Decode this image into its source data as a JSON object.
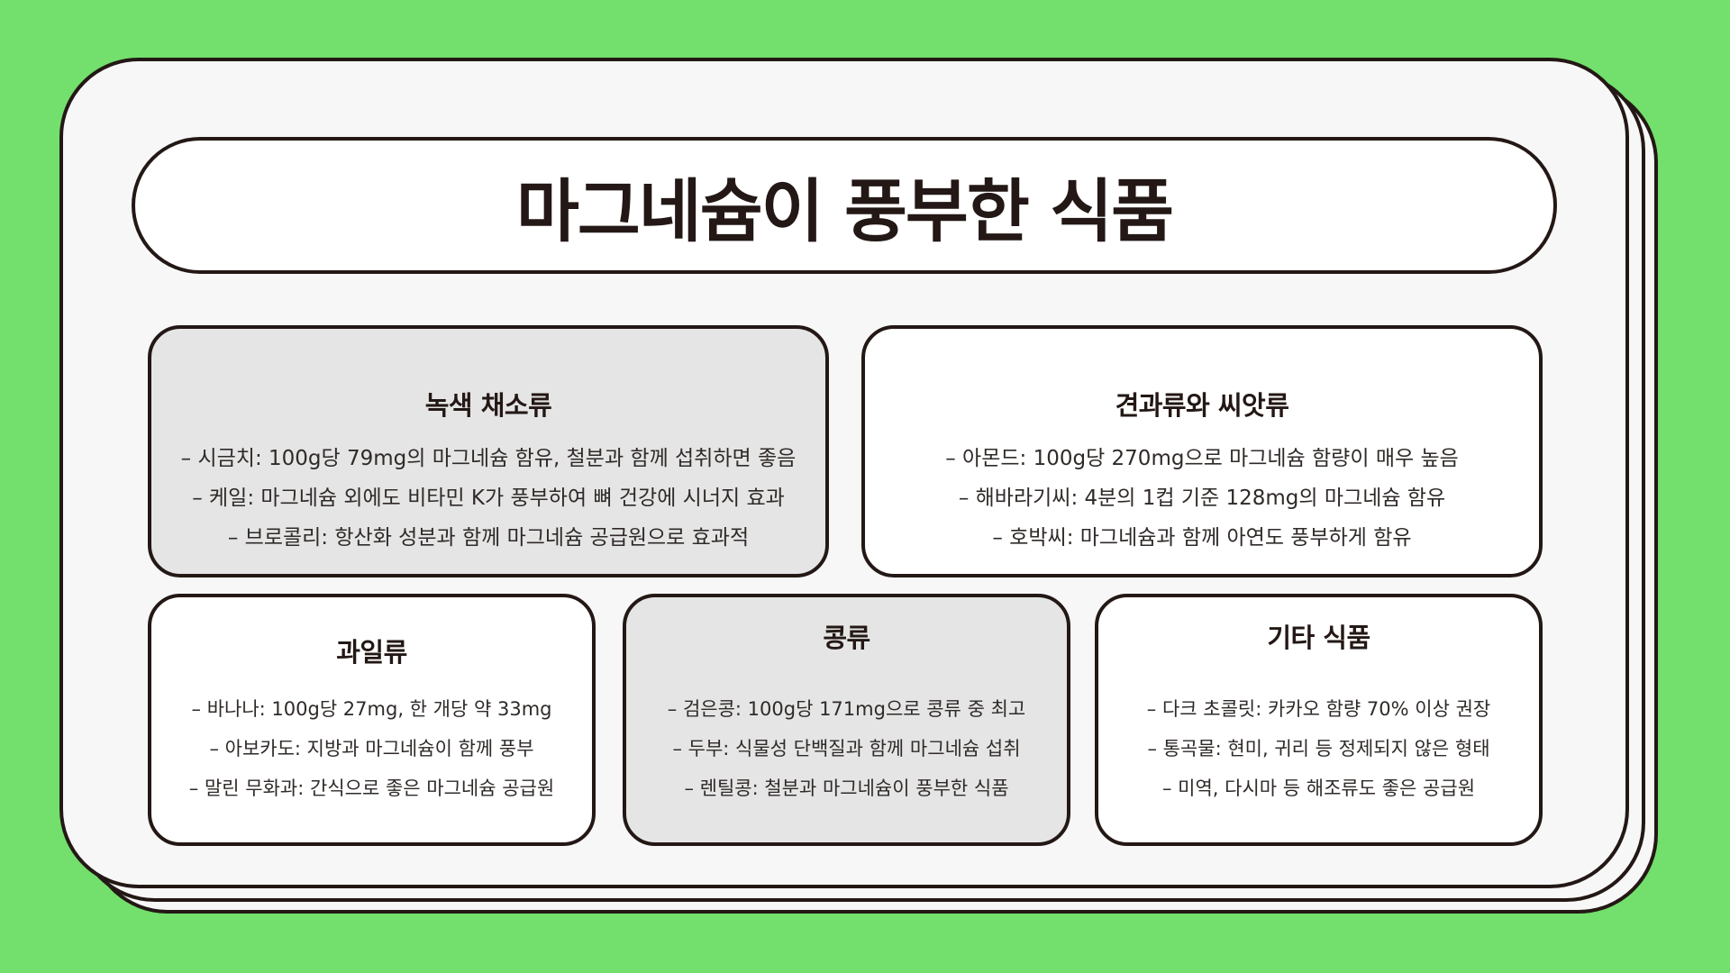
{
  "title": "마그네슘이 풍부한 식품",
  "cards": [
    {
      "heading": "녹색 채소류",
      "items": [
        "– 시금치: 100g당 79mg의 마그네슘 함유, 철분과 함께 섭취하면 좋음",
        "– 케일: 마그네슘 외에도 비타민 K가 풍부하여 뼈 건강에 시너지 효과",
        "– 브로콜리: 항산화 성분과 함께 마그네슘 공급원으로 효과적"
      ]
    },
    {
      "heading": "견과류와 씨앗류",
      "items": [
        "– 아몬드: 100g당 270mg으로 마그네슘 함량이 매우 높음",
        "– 해바라기씨: 4분의 1컵 기준 128mg의 마그네슘 함유",
        "– 호박씨: 마그네슘과 함께 아연도 풍부하게 함유"
      ]
    },
    {
      "heading": "과일류",
      "items": [
        "– 바나나: 100g당 27mg, 한 개당 약 33mg",
        "– 아보카도: 지방과 마그네슘이 함께 풍부",
        "– 말린 무화과: 간식으로 좋은 마그네슘 공급원"
      ]
    },
    {
      "heading": "콩류",
      "items": [
        "– 검은콩: 100g당 171mg으로 콩류 중 최고",
        "– 두부: 식물성 단백질과 함께 마그네슘 섭취",
        "– 렌틸콩: 철분과 마그네슘이 풍부한 식품"
      ]
    },
    {
      "heading": "기타 식품",
      "items": [
        "– 다크 초콜릿: 카카오 함량 70% 이상 권장",
        "– 통곡물: 현미, 귀리 등 정제되지 않은 형태",
        "– 미역, 다시마 등 해조류도 좋은 공급원"
      ]
    }
  ]
}
